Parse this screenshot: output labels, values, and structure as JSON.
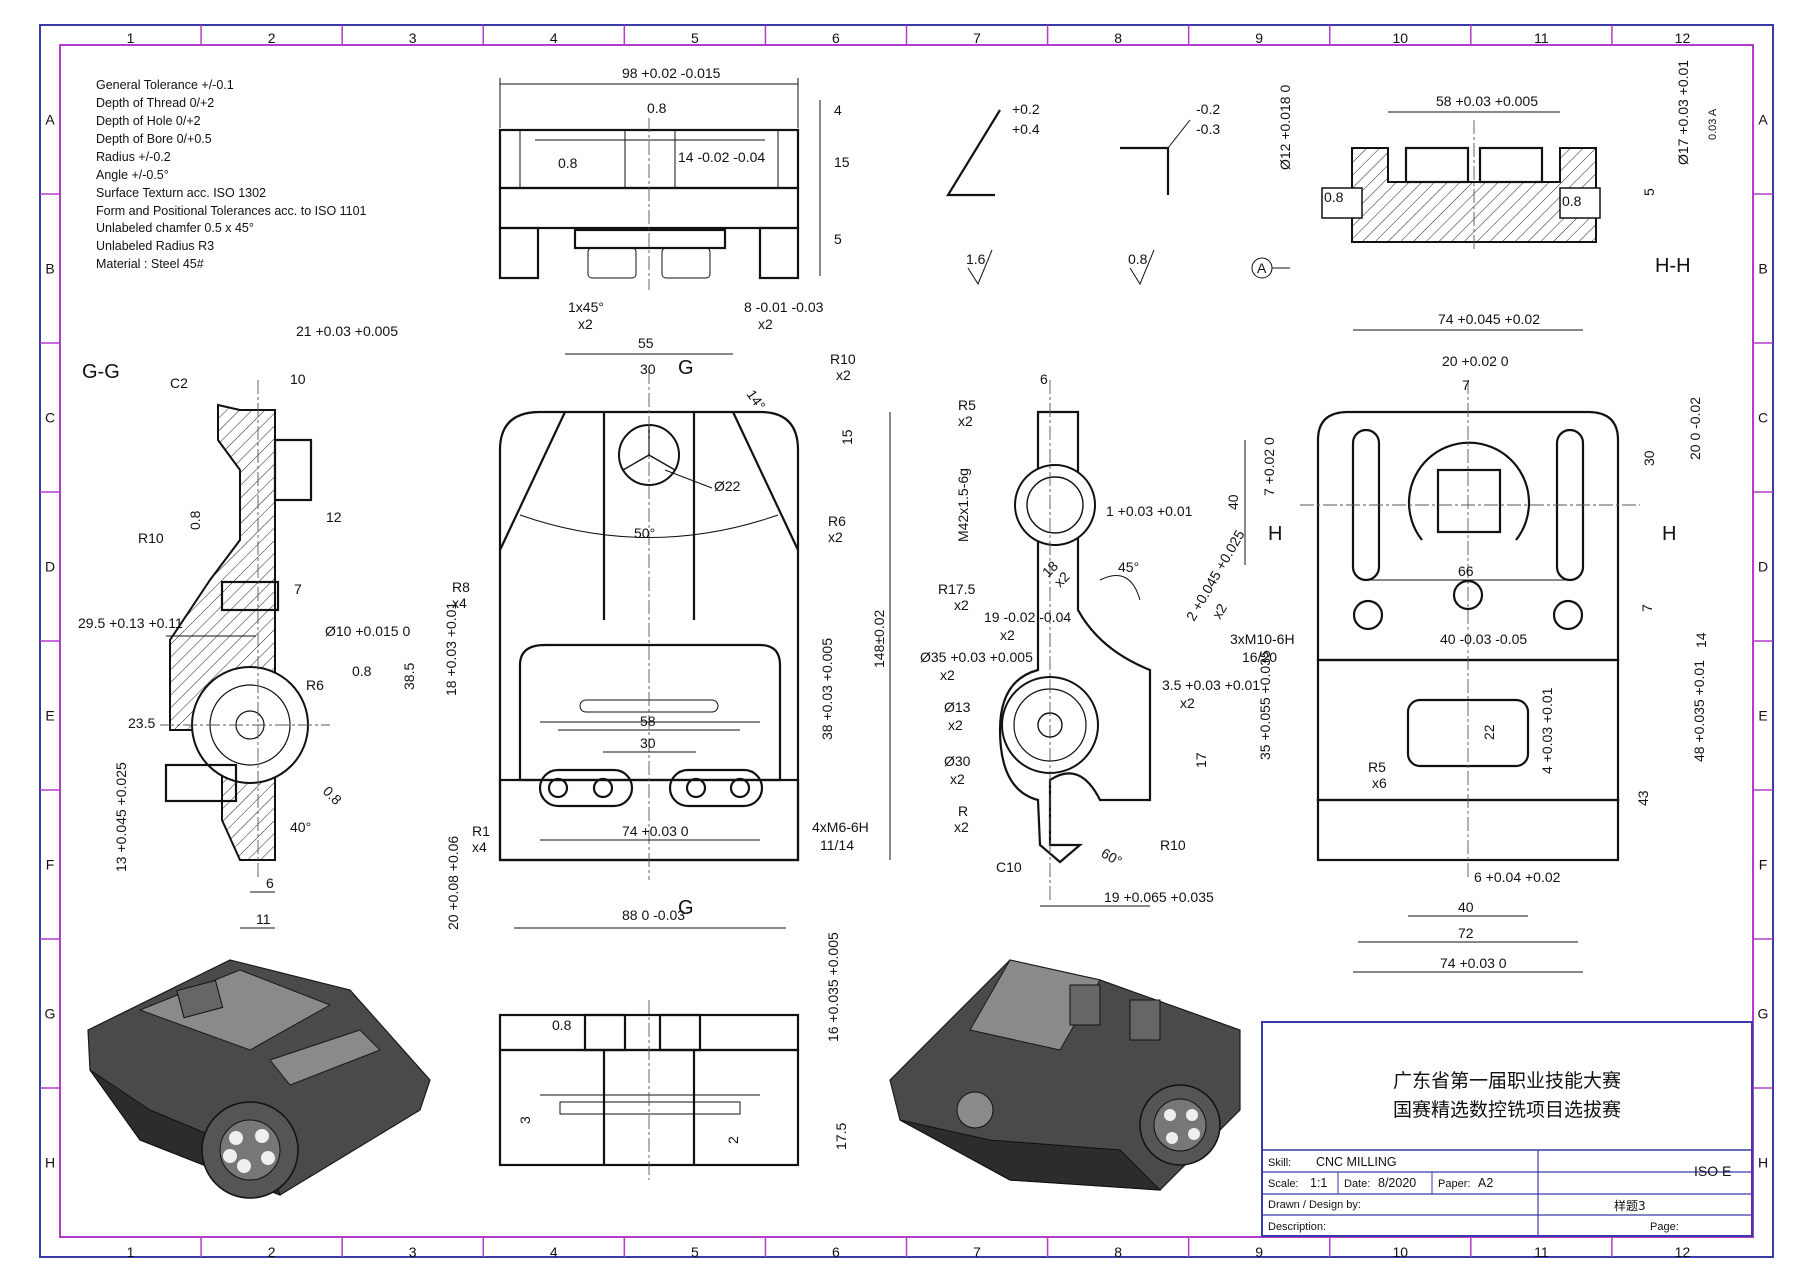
{
  "grid": {
    "columns": [
      "1",
      "2",
      "3",
      "4",
      "5",
      "6",
      "7",
      "8",
      "9",
      "10",
      "11",
      "12"
    ],
    "rows": [
      "A",
      "B",
      "C",
      "D",
      "E",
      "F",
      "G",
      "H"
    ]
  },
  "notes": [
    "General Tolerance +/-0.1",
    "Depth of Thread 0/+2",
    "Depth of Hole 0/+2",
    "Depth of Bore 0/+0.5",
    "Radius +/-0.2",
    "Angle +/-0.5°",
    "Surface Texturn acc. ISO 1302",
    "Form and Positional Tolerances acc. to ISO 1101",
    "Unlabeled chamfer 0.5 x 45°",
    "Unlabeled Radius R3",
    "Material : Steel 45#"
  ],
  "section_labels": {
    "gg": "G-G",
    "hh": "H-H",
    "g": "G",
    "h": "H",
    "datum": "A"
  },
  "symbols": {
    "tol_plus": [
      "+0.2",
      "+0.4"
    ],
    "tol_minus": [
      "-0.2",
      "-0.3"
    ],
    "rough_a": "1.6",
    "rough_b": "0.8"
  },
  "dims": {
    "top_view": [
      "98 +0.02 -0.015",
      "0.8",
      "14 -0.02 -0.04",
      "0.8",
      "4",
      "15",
      "5",
      "1x45°",
      "x2",
      "8 -0.01 -0.03",
      "x2"
    ],
    "hh_view": [
      "58 +0.03 +0.005",
      "Ø12 +0.018 0",
      "Ø17 +0.03 +0.01",
      "0.03 A",
      "0.8",
      "0.8",
      "5"
    ],
    "gg_view": [
      "21 +0.03 +0.005",
      "10",
      "C2",
      "0.8",
      "12",
      "R10",
      "7",
      "29.5 +0.13 +0.11",
      "Ø10 +0.015 0",
      "0.8",
      "R6",
      "23.5",
      "0.8",
      "40°",
      "13 +0.045 +0.025",
      "6",
      "11"
    ],
    "front_view": [
      "55",
      "30",
      "R10",
      "x2",
      "14°",
      "15",
      "Ø22",
      "R6",
      "x2",
      "50°",
      "R8",
      "x4",
      "38.5",
      "18 +0.03 +0.01",
      "148±0.02",
      "58",
      "30",
      "38 +0.03 +0.005",
      "R1",
      "x4",
      "74 +0.03 0",
      "4xM6-6H",
      "11/14",
      "20 +0.08 +0.06",
      "88 0 -0.03"
    ],
    "side_view": [
      "6",
      "R5",
      "x2",
      "M42x1.5-6g",
      "1 +0.03 +0.01",
      "R17.5",
      "x2",
      "18",
      "x2",
      "45°",
      "19 -0.02 -0.04",
      "x2",
      "2 +0.045 +0.025",
      "x2",
      "Ø35 +0.03 +0.005",
      "x2",
      "Ø13",
      "x2",
      "3.5 +0.03 +0.01",
      "x2",
      "Ø30",
      "x2",
      "17",
      "R",
      "x2",
      "C10",
      "60°",
      "R10",
      "19 +0.065 +0.035"
    ],
    "right_view": [
      "74 +0.045 +0.02",
      "20 +0.02 0",
      "7",
      "20 0 -0.02",
      "7 +0.02 0",
      "40",
      "30",
      "66",
      "7",
      "3xM10-6H",
      "16/20",
      "40 -0.03 -0.05",
      "14",
      "35 +0.055 +0.035",
      "22",
      "4 +0.03 +0.01",
      "48 +0.035 +0.01",
      "R5",
      "x6",
      "43",
      "6 +0.04 +0.02",
      "40",
      "72",
      "74 +0.03 0"
    ],
    "bottom_view": [
      "0.8",
      "16 +0.035 +0.005",
      "3",
      "2",
      "17.5"
    ]
  },
  "title_block": {
    "title_line1": "广东省第一届职业技能大赛",
    "title_line2": "国赛精选数控铣项目选拔赛",
    "skill_label": "Skill:",
    "skill_value": "CNC MILLING",
    "standard": "ISO E",
    "scale_label": "Scale:",
    "scale_value": "1:1",
    "date_label": "Date:",
    "date_value": "8/2020",
    "paper_label": "Paper:",
    "paper_value": "A2",
    "drawn_label": "Drawn / Design by:",
    "drawing_no": "样题3",
    "description_label": "Description:",
    "page_label": "Page:"
  }
}
